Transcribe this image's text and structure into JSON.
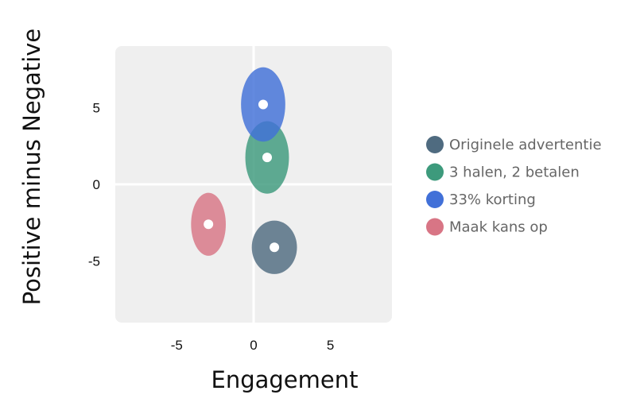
{
  "chart_data": {
    "type": "scatter",
    "title": "",
    "xlabel": "Engagement",
    "ylabel": "Positive minus Negative",
    "xlim": [
      -9,
      9
    ],
    "ylim": [
      -9,
      9
    ],
    "xticks": [
      -5,
      0,
      5
    ],
    "yticks": [
      5,
      0,
      -5
    ],
    "xtick_labels": [
      "-5",
      "0",
      "5"
    ],
    "ytick_labels": [
      "5",
      "0",
      "-5"
    ],
    "grid": false,
    "zero_lines": true,
    "legend_position": "right",
    "series": [
      {
        "name": "Originele advertentie",
        "color": "#4f6b80",
        "x": 1.35,
        "y": -4.1,
        "x_radius": 1.47,
        "y_radius": 1.74
      },
      {
        "name": "3 halen, 2 betalen",
        "color": "#3d9a7c",
        "x": 0.88,
        "y": 1.75,
        "x_radius": 1.42,
        "y_radius": 2.36
      },
      {
        "name": "33% korting",
        "color": "#4170d8",
        "x": 0.62,
        "y": 5.2,
        "x_radius": 1.44,
        "y_radius": 2.42
      },
      {
        "name": "Maak kans op",
        "color": "#d87585",
        "x": -2.94,
        "y": -2.6,
        "x_radius": 1.13,
        "y_radius": 2.05
      }
    ]
  }
}
